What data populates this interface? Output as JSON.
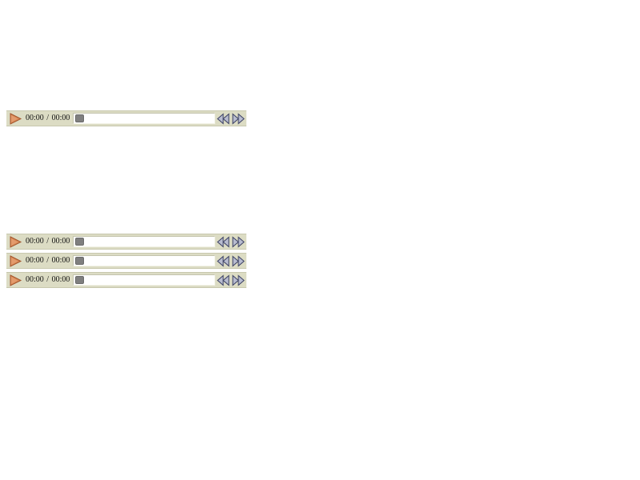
{
  "colors": {
    "bar_background": "#dcdcc4",
    "play_icon": "#d98a57",
    "seek_thumb": "#7f7f7f",
    "skip_icon_fill": "#b8bccf",
    "skip_icon_stroke": "#3a3f63"
  },
  "players": [
    {
      "current_time": "00:00",
      "separator": "/",
      "total_time": "00:00",
      "progress": 0,
      "play_icon": "play-icon",
      "rewind_icon": "rewind-icon",
      "forward_icon": "fast-forward-icon"
    },
    {
      "current_time": "00:00",
      "separator": "/",
      "total_time": "00:00",
      "progress": 0,
      "play_icon": "play-icon",
      "rewind_icon": "rewind-icon",
      "forward_icon": "fast-forward-icon"
    },
    {
      "current_time": "00:00",
      "separator": "/",
      "total_time": "00:00",
      "progress": 0,
      "play_icon": "play-icon",
      "rewind_icon": "rewind-icon",
      "forward_icon": "fast-forward-icon"
    },
    {
      "current_time": "00:00",
      "separator": "/",
      "total_time": "00:00",
      "progress": 0,
      "play_icon": "play-icon",
      "rewind_icon": "rewind-icon",
      "forward_icon": "fast-forward-icon"
    }
  ]
}
